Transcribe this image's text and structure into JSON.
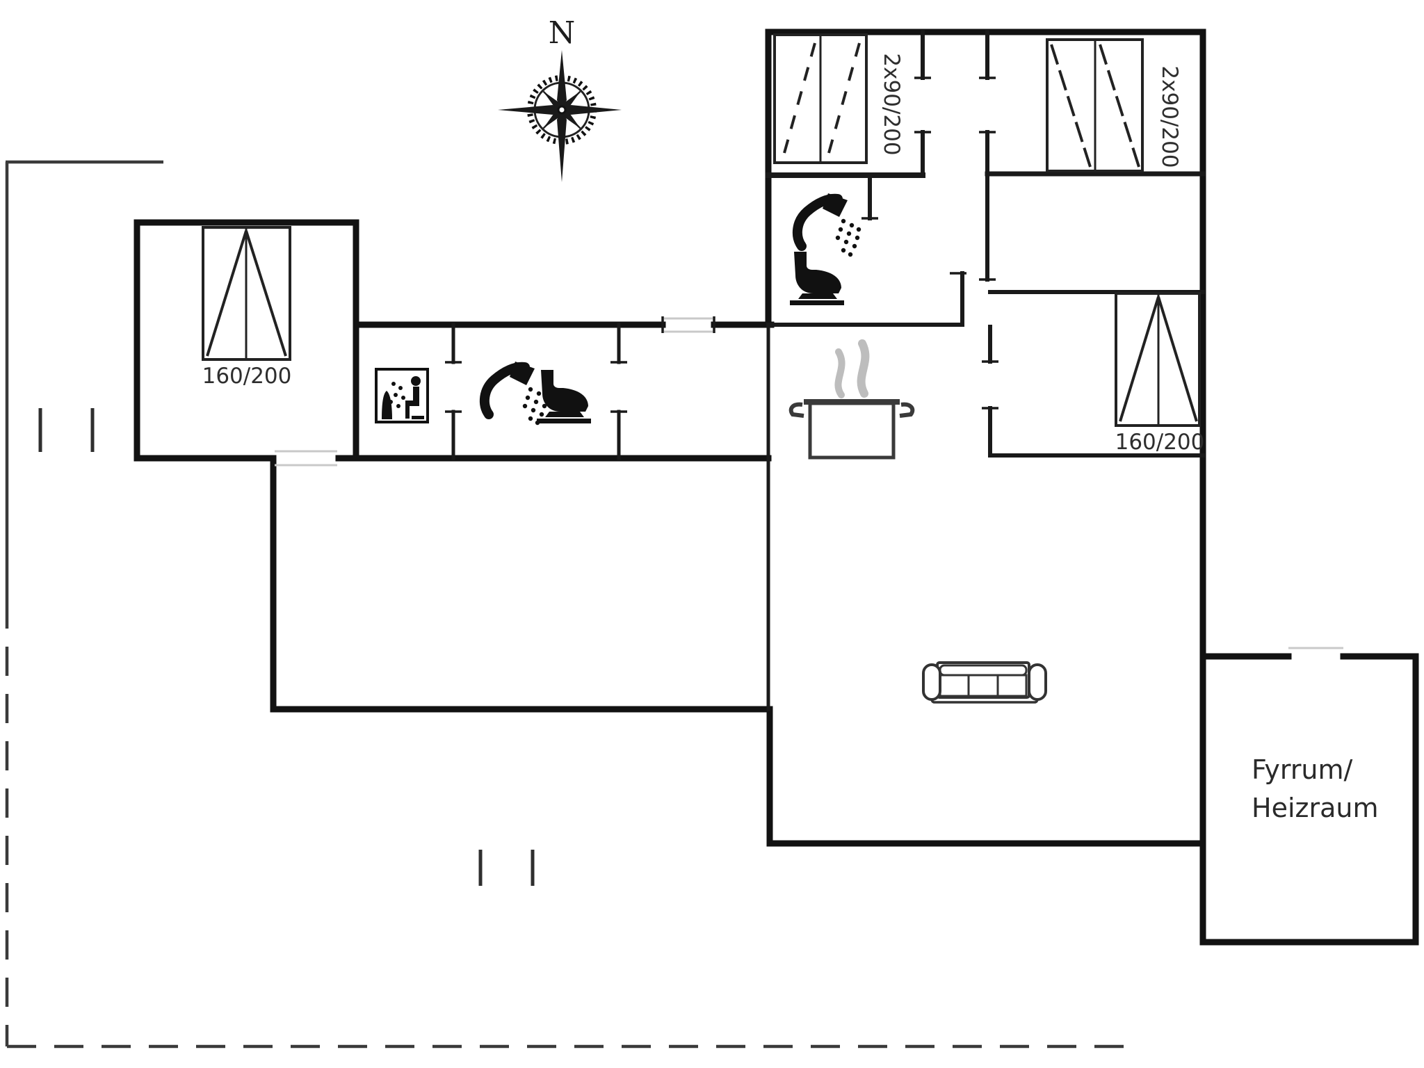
{
  "plan": {
    "type": "holiday-house-floor-plan",
    "compass": {
      "label": "N"
    },
    "beds": {
      "left_wing": {
        "label": "160/200"
      },
      "top_left": {
        "label": "2x90/200"
      },
      "top_right": {
        "label": "2x90/200"
      },
      "right": {
        "label": "160/200"
      }
    },
    "utility_room": {
      "line1": "Fyrrum/",
      "line2": "Heizraum"
    },
    "icons": {
      "compass": "compass-rose-icon",
      "sauna": "sauna-icon",
      "shower": "shower-icon",
      "toilet": "toilet-icon",
      "pot": "cooking-pot-icon",
      "sofa": "sofa-icon"
    },
    "colors": {
      "wall": "#121212",
      "partition": "#1a1a1a",
      "door_line": "#c9c9c9",
      "terrace_line": "#3a3a3a",
      "steam": "#bdbdbd",
      "text": "#2e2e2e"
    }
  }
}
